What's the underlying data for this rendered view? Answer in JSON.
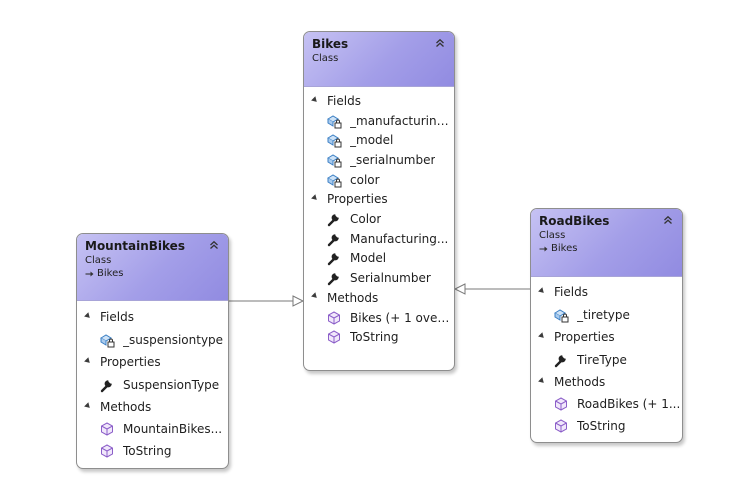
{
  "classes": {
    "bikes": {
      "name": "Bikes",
      "kind": "Class",
      "fields_label": "Fields",
      "fields": [
        "_manufacturing...",
        "_model",
        "_serialnumber",
        "color"
      ],
      "properties_label": "Properties",
      "properties": [
        "Color",
        "Manufacturing...",
        "Model",
        "Serialnumber"
      ],
      "methods_label": "Methods",
      "methods": [
        "Bikes (+ 1 overl...",
        "ToString"
      ]
    },
    "mountain": {
      "name": "MountainBikes",
      "kind": "Class",
      "base": "Bikes",
      "fields_label": "Fields",
      "fields": [
        "_suspensiontype"
      ],
      "properties_label": "Properties",
      "properties": [
        "SuspensionType"
      ],
      "methods_label": "Methods",
      "methods": [
        "MountainBikes...",
        "ToString"
      ]
    },
    "road": {
      "name": "RoadBikes",
      "kind": "Class",
      "base": "Bikes",
      "fields_label": "Fields",
      "fields": [
        "_tiretype"
      ],
      "properties_label": "Properties",
      "properties": [
        "TireType"
      ],
      "methods_label": "Methods",
      "methods": [
        "RoadBikes (+ 1...",
        "ToString"
      ]
    }
  },
  "icons": {
    "field": "field-lock-icon",
    "property": "wrench-icon",
    "method": "method-cube-icon",
    "collapse": "collapse-chevrons-icon",
    "inheritance": "inheritance-arrow-icon"
  },
  "colors": {
    "header_gradient_start": "#c6c2f3",
    "header_gradient_end": "#918be1",
    "field_icon": "#3b7fc4",
    "method_icon": "#8c5fc9",
    "connector": "#7a7a7a"
  }
}
